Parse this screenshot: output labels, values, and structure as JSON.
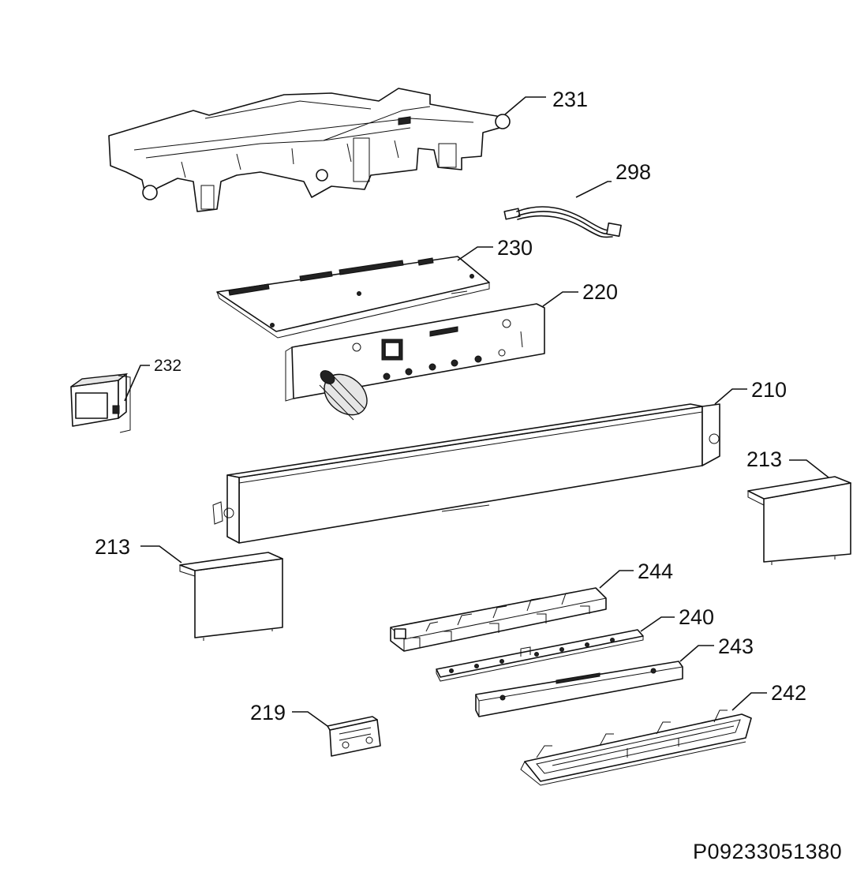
{
  "callouts": {
    "p231": "231",
    "p298": "298",
    "p230": "230",
    "p220": "220",
    "p232": "232",
    "p210": "210",
    "p213_right": "213",
    "p213_left": "213",
    "p244": "244",
    "p240": "240",
    "p243": "243",
    "p219": "219",
    "p242": "242"
  },
  "drawing_reference": "P09233051380"
}
